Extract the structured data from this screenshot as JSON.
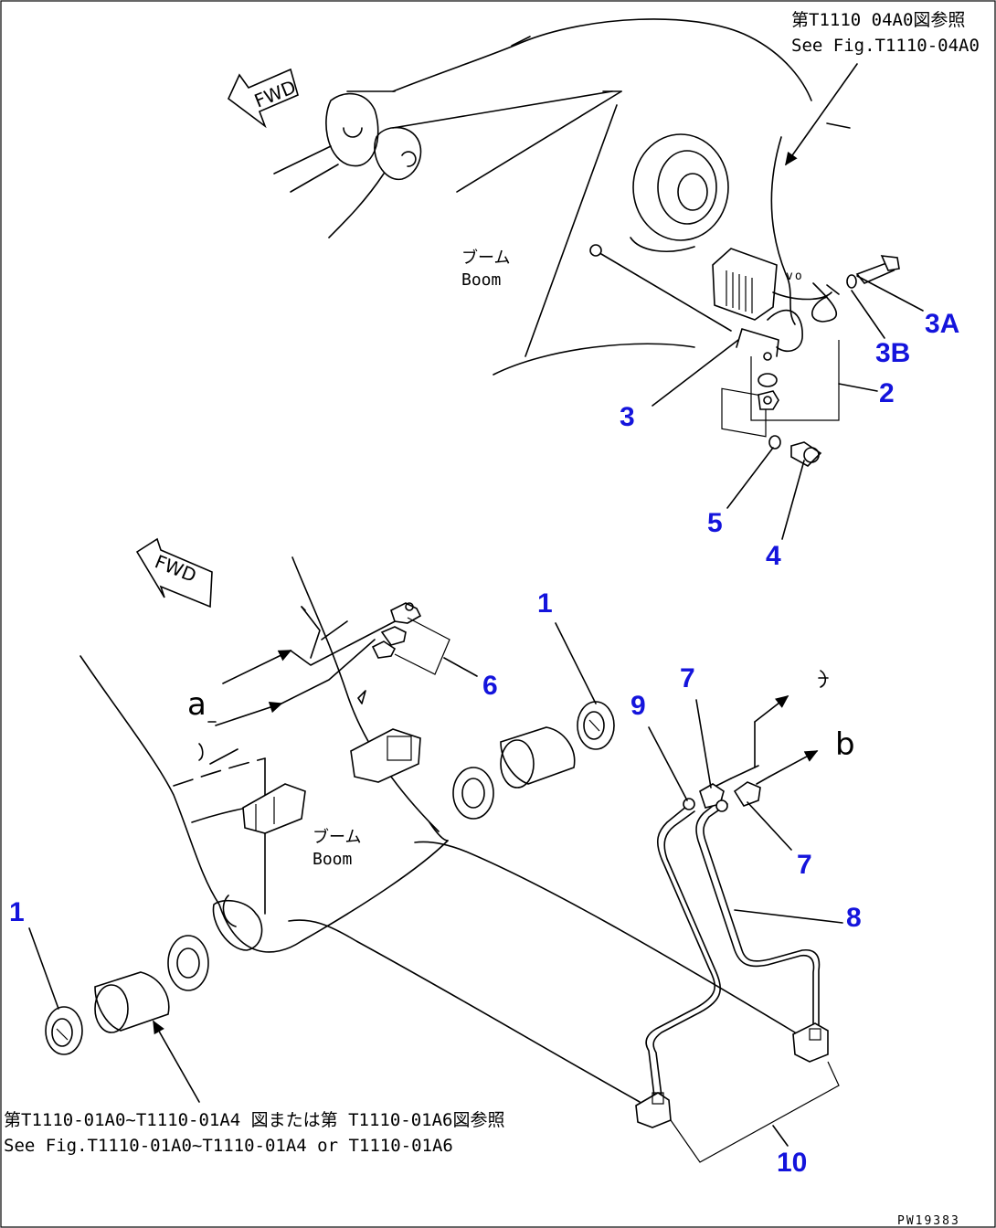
{
  "colors": {
    "callout": "#1414dc",
    "line": "#000000",
    "background": "#ffffff"
  },
  "refs": {
    "top_ja": "第T1110 04A0図参照",
    "top_en": "See Fig.T1110-04A0",
    "bottom_ja": "第T1110-01A0~T1110-01A4 図または第 T1110-01A6図参照",
    "bottom_en": "See Fig.T1110-01A0~T1110-01A4 or T1110-01A6"
  },
  "labels": {
    "boom_ja": "ブーム",
    "boom_en": "Boom",
    "fwd": "FWD",
    "a": "a",
    "b": "b",
    "code": "PW19383"
  },
  "callouts": [
    {
      "id": "c3A",
      "text": "3A"
    },
    {
      "id": "c3B",
      "text": "3B"
    },
    {
      "id": "c2",
      "text": "2"
    },
    {
      "id": "c3",
      "text": "3"
    },
    {
      "id": "c5",
      "text": "5"
    },
    {
      "id": "c4",
      "text": "4"
    },
    {
      "id": "c1a",
      "text": "1"
    },
    {
      "id": "c6",
      "text": "6"
    },
    {
      "id": "c7a",
      "text": "7"
    },
    {
      "id": "c9",
      "text": "9"
    },
    {
      "id": "c7b",
      "text": "7"
    },
    {
      "id": "c8",
      "text": "8"
    },
    {
      "id": "c1b",
      "text": "1"
    },
    {
      "id": "c10",
      "text": "10"
    }
  ],
  "icons": [
    "fwd-arrow-icon",
    "work-lamp-icon",
    "bolt-icon",
    "washer-icon",
    "nut-icon",
    "bushing-icon",
    "grease-fitting-icon"
  ]
}
